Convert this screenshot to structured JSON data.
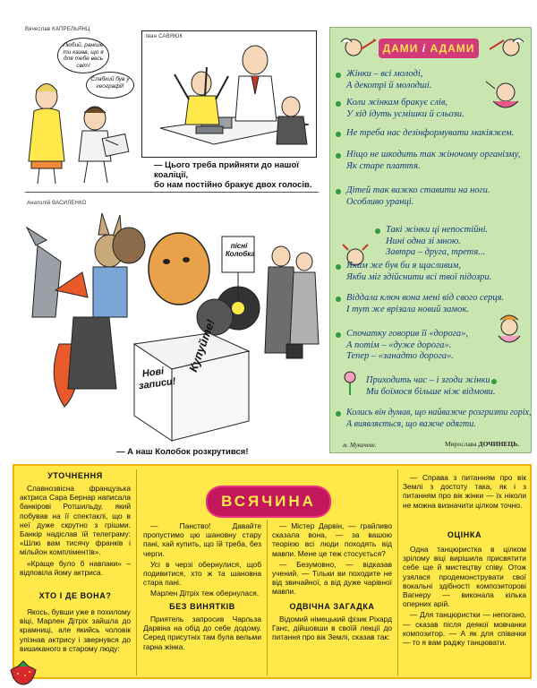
{
  "cartoons": {
    "top_left": {
      "credit_first": "Вячеслав",
      "credit_last": "КАПРЕЛЬЯНЦ",
      "bubble_1": "Любий, раніше ти казав, що я для тебе весь світ!",
      "bubble_2": "Слабкий був у географії!"
    },
    "top_right": {
      "credit_first": "Іван",
      "credit_last": "САВЯЮК",
      "caption_line1": "— Цього треба прийняти до нашої коаліції,",
      "caption_line2": "бо нам постійно бракує двох голосів."
    },
    "middle": {
      "credit_first": "Анатолій",
      "credit_last": "ВАСИЛЕНКО",
      "sign_songs_1": "пісні",
      "sign_songs_2": "Колобка",
      "box_1": "Нові",
      "box_2": "записи!",
      "box_3": "Купуйте!",
      "caption": "— А наш Колобок розкрутився!"
    }
  },
  "panel": {
    "title_part1": "ДАМИ",
    "title_sep": "і",
    "title_part2": "АДАМИ",
    "quotes": [
      [
        "Жінки – всі молоді,",
        "А декотрі й молодші."
      ],
      [
        "Коли жінкам бракує слів,",
        "У хід ідуть усмішки й сльози."
      ],
      [
        "Не треба нас дезінформувати макіяжем."
      ],
      [
        "Ніщо не шкодить так жіночому організму,",
        "Як старе плаття."
      ],
      [
        "Дітей так важко ставити на ноги.",
        "Особливо уранці."
      ],
      [
        "Такі жінки ці непостійні.",
        "Нині одна зі мною.",
        "Завтра – друга, третя..."
      ],
      [
        "Яким же був би я щасливим,",
        "Якби міг здійснити всі твої підозри."
      ],
      [
        "Віддала ключ вона мені від свого серця.",
        "І тут же врізала новий замок."
      ],
      [
        "Спочатку говорив її «дорога»,",
        "А потім – «дуже дорога».",
        "Тепер – «занадто дорога»."
      ],
      [
        "Приходить час – і згоди жінки",
        "Ми боїмося більше ніж відмови."
      ],
      [
        "Колись він думав, що найважче розгризти горіх,",
        "А виявляється, що важче одягти."
      ]
    ],
    "place": "м. Мукачеве.",
    "author_first": "Мирослава",
    "author_last": "ДОЧИНЕЦЬ."
  },
  "bottom": {
    "banner": "ВСЯЧИНА",
    "s1_title": "УТОЧНЕННЯ",
    "s1_p1": "Славнозвісна французька актриса Сара Бернар написала банкірові Ротшильду, який побував на її спектаклі, що в неї дуже скрутно з грішми. Банкір надіслав їй телеграму: «Шлю вам тисячу франків і мільйон компліментів».",
    "s1_p2": "«Краще було б навпаки» – відповіла йому актриса.",
    "s2_title": "ХТО І ДЕ ВОНА?",
    "s2_p1": "Якось, бувши уже в похилому віці, Марлен Дітріх зайшла до крамниці, але якийсь чоловік упізнав актрису і звернувся до вишиканого в старому люду:",
    "s3_p1": "— Панство! Давайте пропустимо цю шановну стару пані, хай купить, що їй треба, без черги.",
    "s3_p2": "Усі в черзі обернулися, щоб подивитися, хто ж та шановна стара пані.",
    "s3_p3": "Марлен Дітріх теж обернулася.",
    "s4_title": "БЕЗ ВИНЯТКІВ",
    "s4_p1": "Приятель запросив Чарльза Дарвіна на обід до себе додому. Серед присутніх там була вельми гарна жінка.",
    "s5_p1": "— Містер Дарвін, — грайливо сказала вона, — за вашою теорією всі люди походять від мавпи. Мене це теж стосується?",
    "s5_p2": "— Безумовно, — відказав учений. — Тільки ви походите не від звичайної, а від дуже чарівної мавпи.",
    "s6_title": "ОДВІЧНА ЗАГАДКА",
    "s6_p1": "Відомий німецький фізик Ріхард Ганс, дійшовши в своїй лекції до питання про вік Землі, сказав так:",
    "s7_p1": "— Справа з питанням про вік Землі з достоту така, як і з питанням про вік жінки — їх ніколи не можна визначити цілком точно.",
    "s8_title": "ОЦІНКА",
    "s8_p1": "Одна танцюристка в цілком зрілому віці вирішила присвятити себе ще й мистецтву співу. Отож узялася продемонструвати свої вокальні здібності композиторові Вагнеру — виконала кілька оперних арій.",
    "s8_p2": "— Для танцюристки — непогано, — сказав після деякої мовчанки композитор. — А як для співачки — то я вам раджу танцювати."
  },
  "colors": {
    "panel_bg": "#c9e6b0",
    "panel_title_bg": "#d23a7a",
    "panel_text": "#123a7a",
    "bottom_bg": "#ffe94a",
    "banner_bg": "#c2185b"
  }
}
